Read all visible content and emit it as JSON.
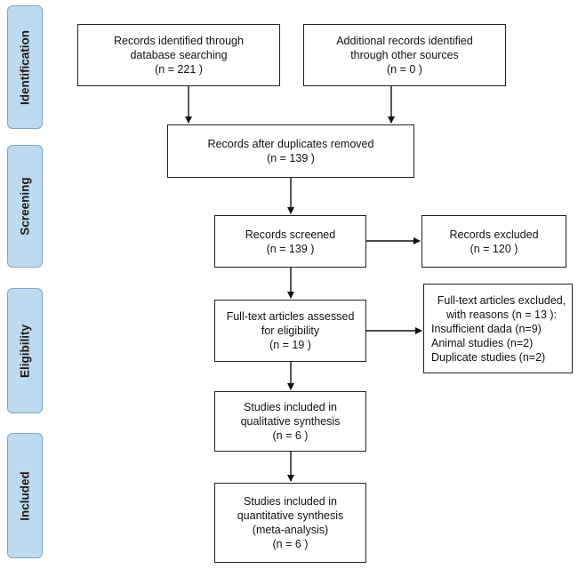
{
  "phases": [
    "Identification",
    "Screening",
    "Eligibility",
    "Included"
  ],
  "boxes": {
    "database": [
      "Records identified through",
      "database searching",
      "(n = 221  )"
    ],
    "other": [
      "Additional records identified",
      "through other sources",
      "(n = 0   )"
    ],
    "dedup": [
      "Records after duplicates removed",
      "(n = 139  )"
    ],
    "screened": [
      "Records screened",
      "(n = 139  )"
    ],
    "excluded": [
      "Records excluded",
      "(n = 120  )"
    ],
    "fulltext": [
      "Full-text articles assessed",
      "for eligibility",
      "(n =  19 )"
    ],
    "ft_excluded": [
      "Full-text articles excluded,",
      "with reasons (n = 13 ):",
      "Insufficient dada (n=9)",
      "Animal studies (n=2)",
      "Duplicate studies (n=2)"
    ],
    "qualitative": [
      "Studies included in",
      "qualitative synthesis",
      "(n = 6  )"
    ],
    "quantitative": [
      "Studies included in",
      "quantitative synthesis",
      "(meta-analysis)",
      "(n = 6  )"
    ]
  }
}
